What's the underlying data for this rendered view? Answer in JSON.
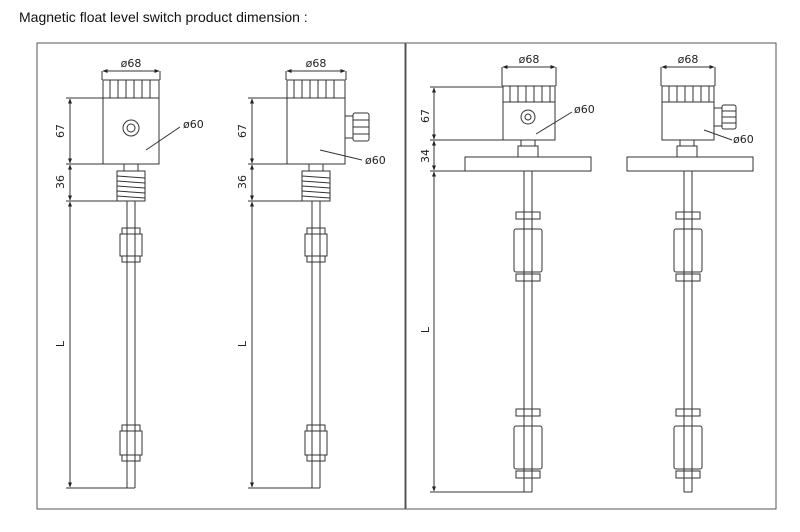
{
  "title": "Magnetic float level switch product dimension :",
  "views": [
    {
      "id": "threaded-no-gland",
      "housing_diameter": "ø68",
      "body_diameter": "ø60",
      "housing_height": "67",
      "mount_height": "36",
      "length": "L"
    },
    {
      "id": "threaded-with-gland",
      "housing_diameter": "ø68",
      "body_diameter": "ø60",
      "housing_height": "67",
      "mount_height": "36",
      "length": "L"
    },
    {
      "id": "flange-no-gland",
      "housing_diameter": "ø68",
      "body_diameter": "ø60",
      "housing_height": "67",
      "mount_height": "34",
      "length": "L"
    },
    {
      "id": "flange-with-gland",
      "housing_diameter": "ø68",
      "body_diameter": "ø60",
      "length": ""
    }
  ]
}
